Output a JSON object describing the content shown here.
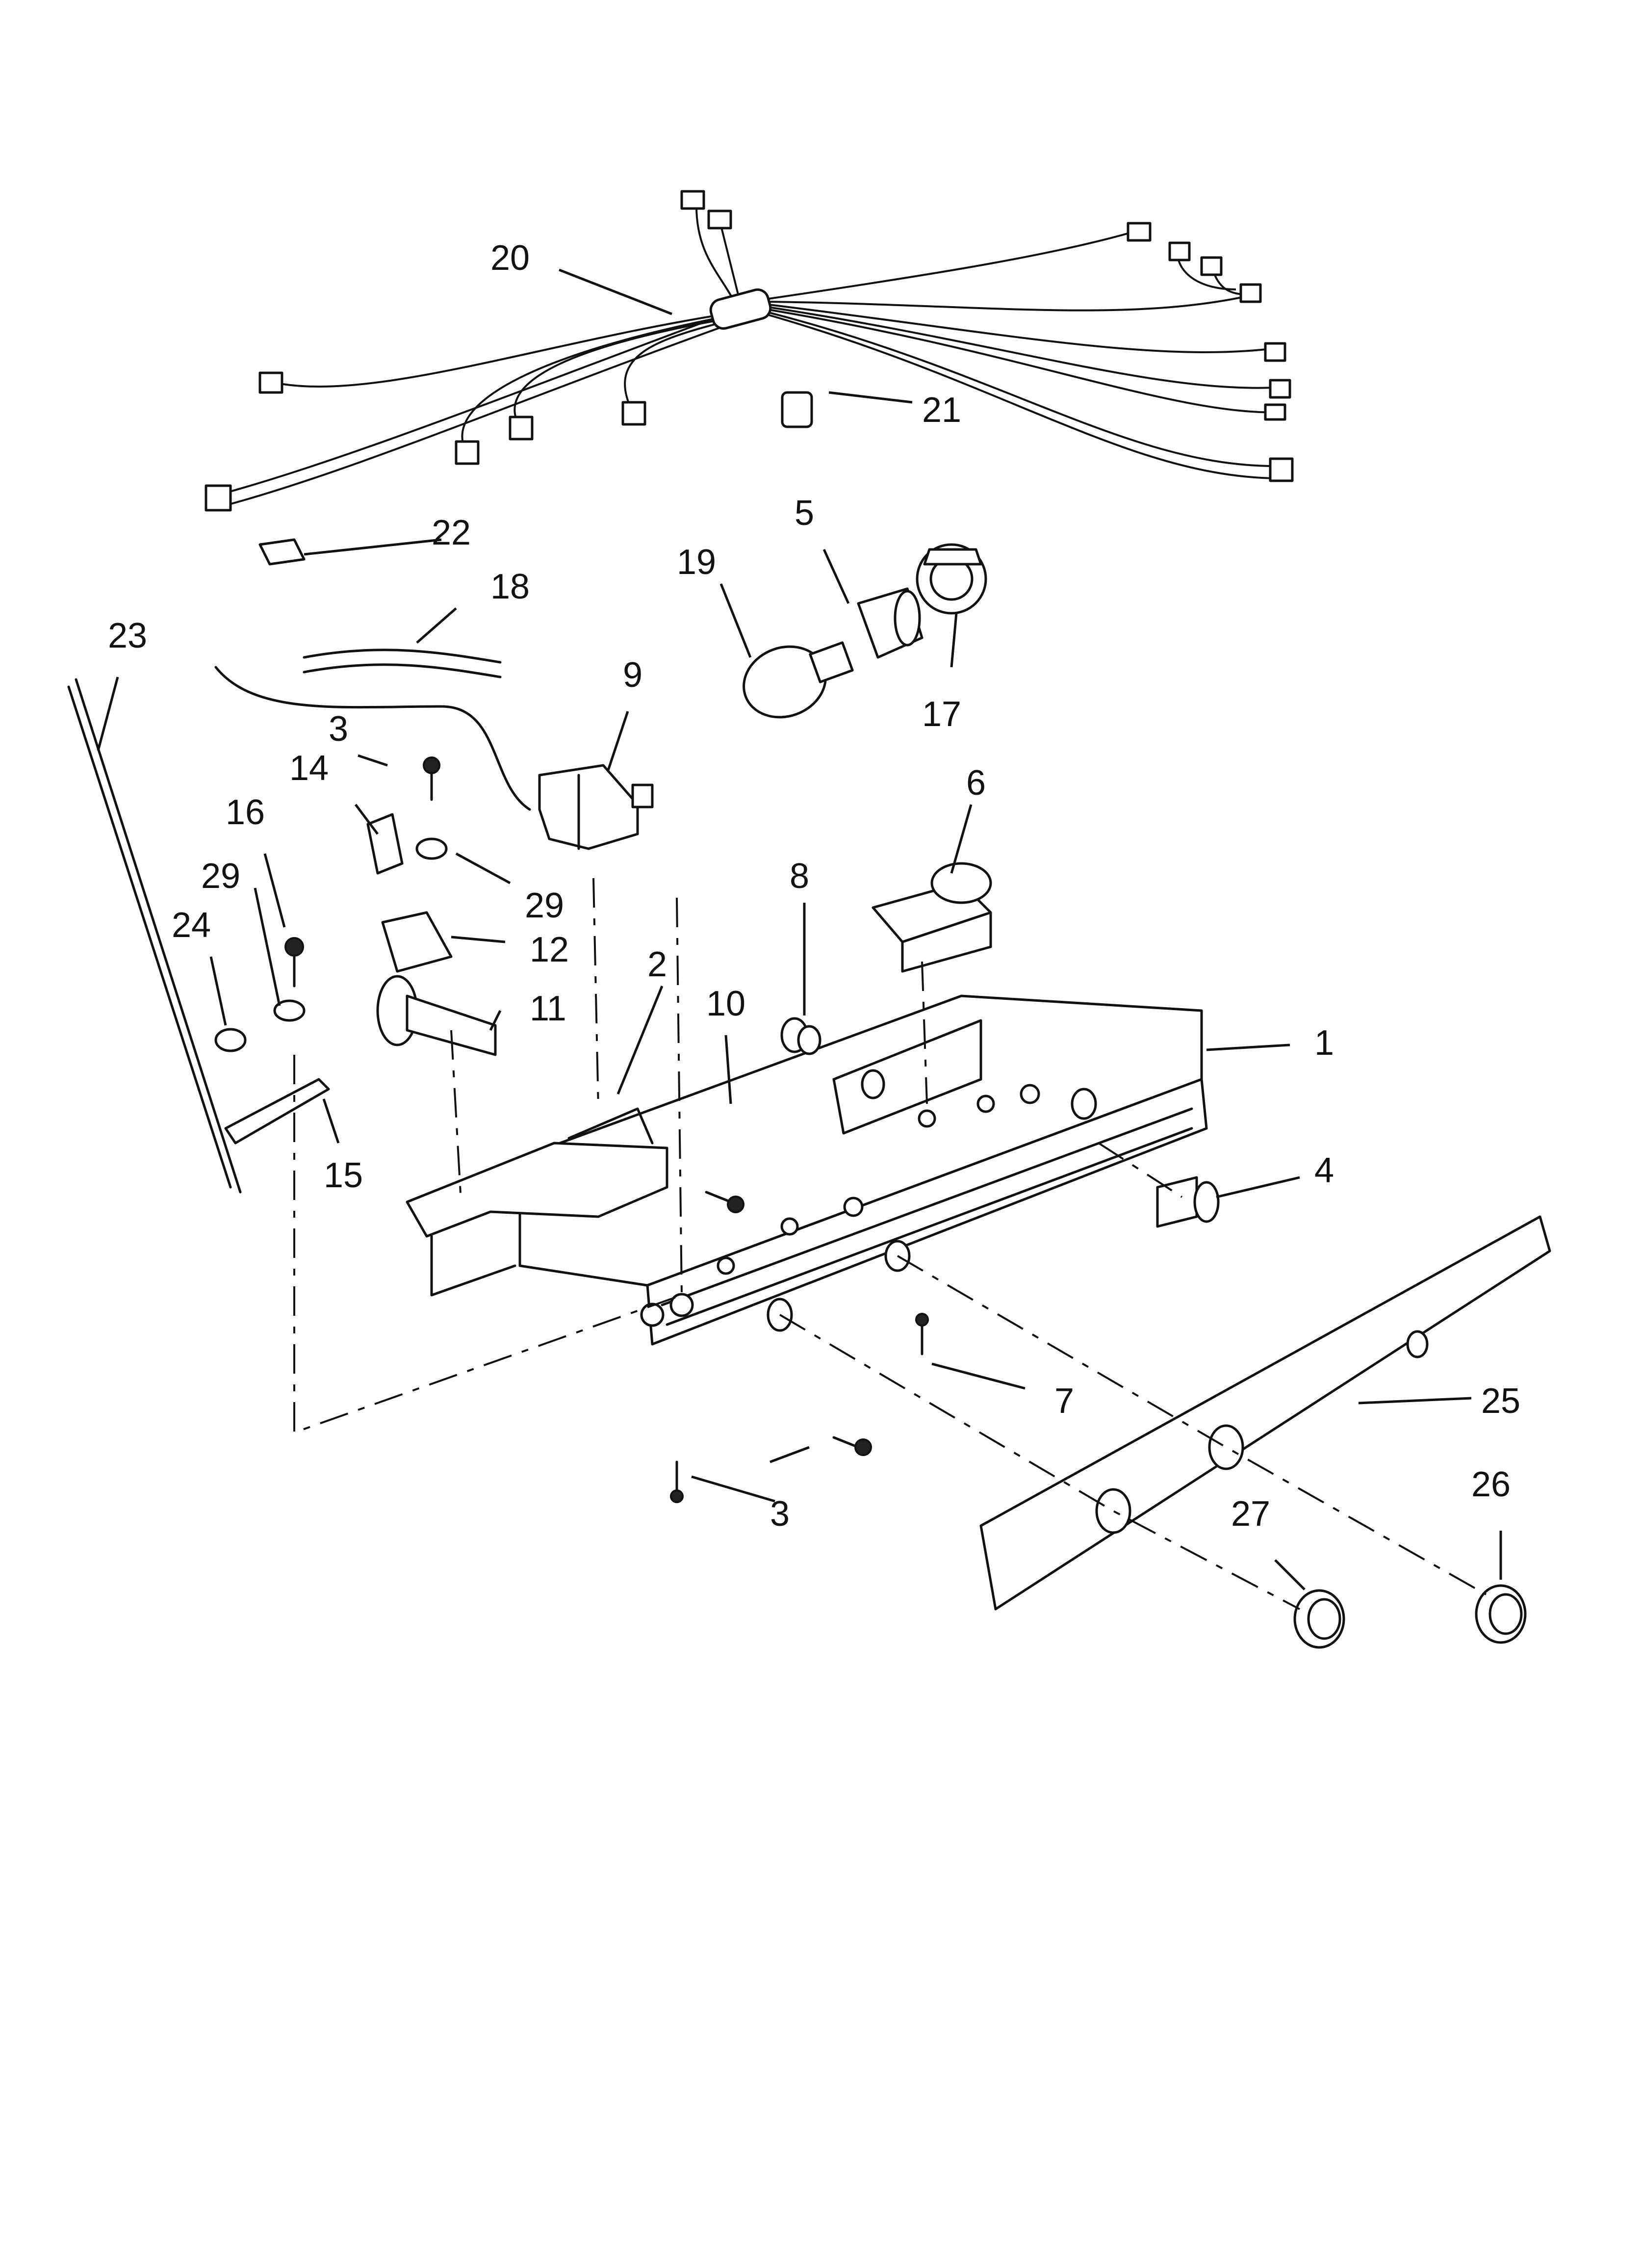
{
  "callouts": [
    {
      "key": "p1",
      "text": "1"
    },
    {
      "key": "p2",
      "text": "2"
    },
    {
      "key": "p3a",
      "text": "3"
    },
    {
      "key": "p3b",
      "text": "3"
    },
    {
      "key": "p4",
      "text": "4"
    },
    {
      "key": "p5",
      "text": "5"
    },
    {
      "key": "p6",
      "text": "6"
    },
    {
      "key": "p7",
      "text": "7"
    },
    {
      "key": "p8",
      "text": "8"
    },
    {
      "key": "p9",
      "text": "9"
    },
    {
      "key": "p10",
      "text": "10"
    },
    {
      "key": "p11",
      "text": "11"
    },
    {
      "key": "p12",
      "text": "12"
    },
    {
      "key": "p14",
      "text": "14"
    },
    {
      "key": "p15",
      "text": "15"
    },
    {
      "key": "p16",
      "text": "16"
    },
    {
      "key": "p17",
      "text": "17"
    },
    {
      "key": "p18",
      "text": "18"
    },
    {
      "key": "p19",
      "text": "19"
    },
    {
      "key": "p20",
      "text": "20"
    },
    {
      "key": "p21",
      "text": "21"
    },
    {
      "key": "p22",
      "text": "22"
    },
    {
      "key": "p23",
      "text": "23"
    },
    {
      "key": "p24",
      "text": "24"
    },
    {
      "key": "p25",
      "text": "25"
    },
    {
      "key": "p26",
      "text": "26"
    },
    {
      "key": "p27",
      "text": "27"
    },
    {
      "key": "p29a",
      "text": "29"
    },
    {
      "key": "p29b",
      "text": "29"
    }
  ],
  "colors": {
    "line": "#111111",
    "background": "#ffffff"
  }
}
